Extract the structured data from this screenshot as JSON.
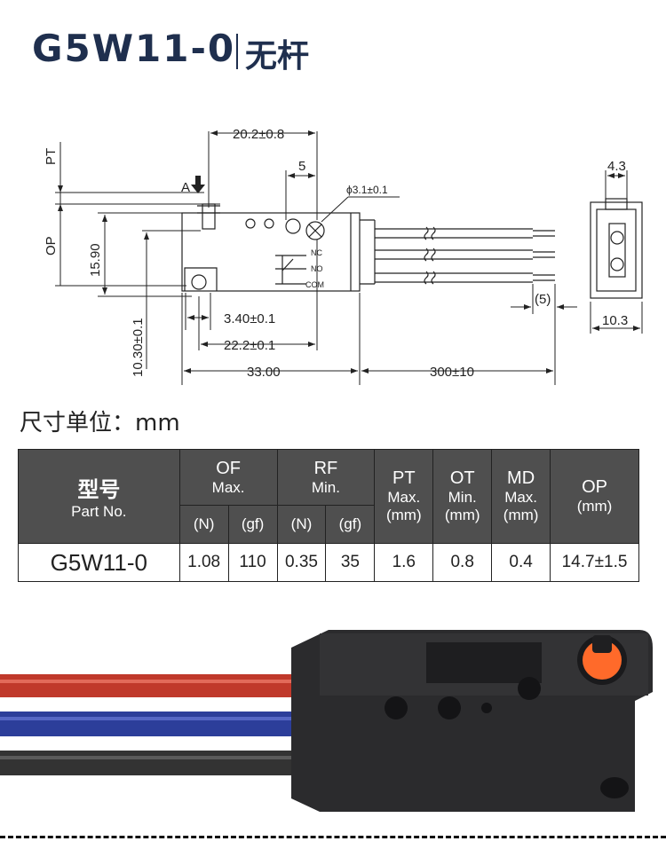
{
  "header": {
    "model": "G5W11-0",
    "subtitle": "无杆"
  },
  "drawing": {
    "label_pt": "PT",
    "label_op": "OP",
    "label_a": "A",
    "dim_width_top": "20.2±0.8",
    "dim_5": "5",
    "dim_hole": "ϕ3.1±0.1",
    "dim_15_90": "15.90",
    "dim_10_30": "10.30±0.1",
    "dim_3_40": "3.40±0.1",
    "dim_22_2": "22.2±0.1",
    "dim_33": "33.00",
    "dim_300": "300±10",
    "dim_5_paren": "(5)",
    "dim_4_3": "4.3",
    "dim_10_3": "10.3",
    "term_nc": "NC",
    "term_no": "NO",
    "term_com": "COM"
  },
  "unit_text": "尺寸单位：mm",
  "table": {
    "model_header_cn": "型号",
    "model_header_en": "Part No.",
    "of_title": "OF",
    "of_sub": "Max.",
    "rf_title": "RF",
    "rf_sub": "Min.",
    "pt_title": "PT",
    "pt_sub": "Max.",
    "pt_unit": "(mm)",
    "ot_title": "OT",
    "ot_sub": "Min.",
    "ot_unit": "(mm)",
    "md_title": "MD",
    "md_sub": "Max.",
    "md_unit": "(mm)",
    "op_title": "OP",
    "op_unit": "(mm)",
    "unit_n": "(N)",
    "unit_gf": "(gf)",
    "row": {
      "model": "G5W11-0",
      "of_n": "1.08",
      "of_gf": "110",
      "rf_n": "0.35",
      "rf_gf": "35",
      "pt": "1.6",
      "ot": "0.8",
      "md": "0.4",
      "op": "14.7±1.5"
    }
  },
  "colors": {
    "title": "#1f2f4e",
    "header_bg": "#4f4f4f",
    "wire_red": "#c0392b",
    "wire_blue": "#2c3e9a",
    "wire_black": "#333333",
    "plunger": "#ff6a2a"
  }
}
